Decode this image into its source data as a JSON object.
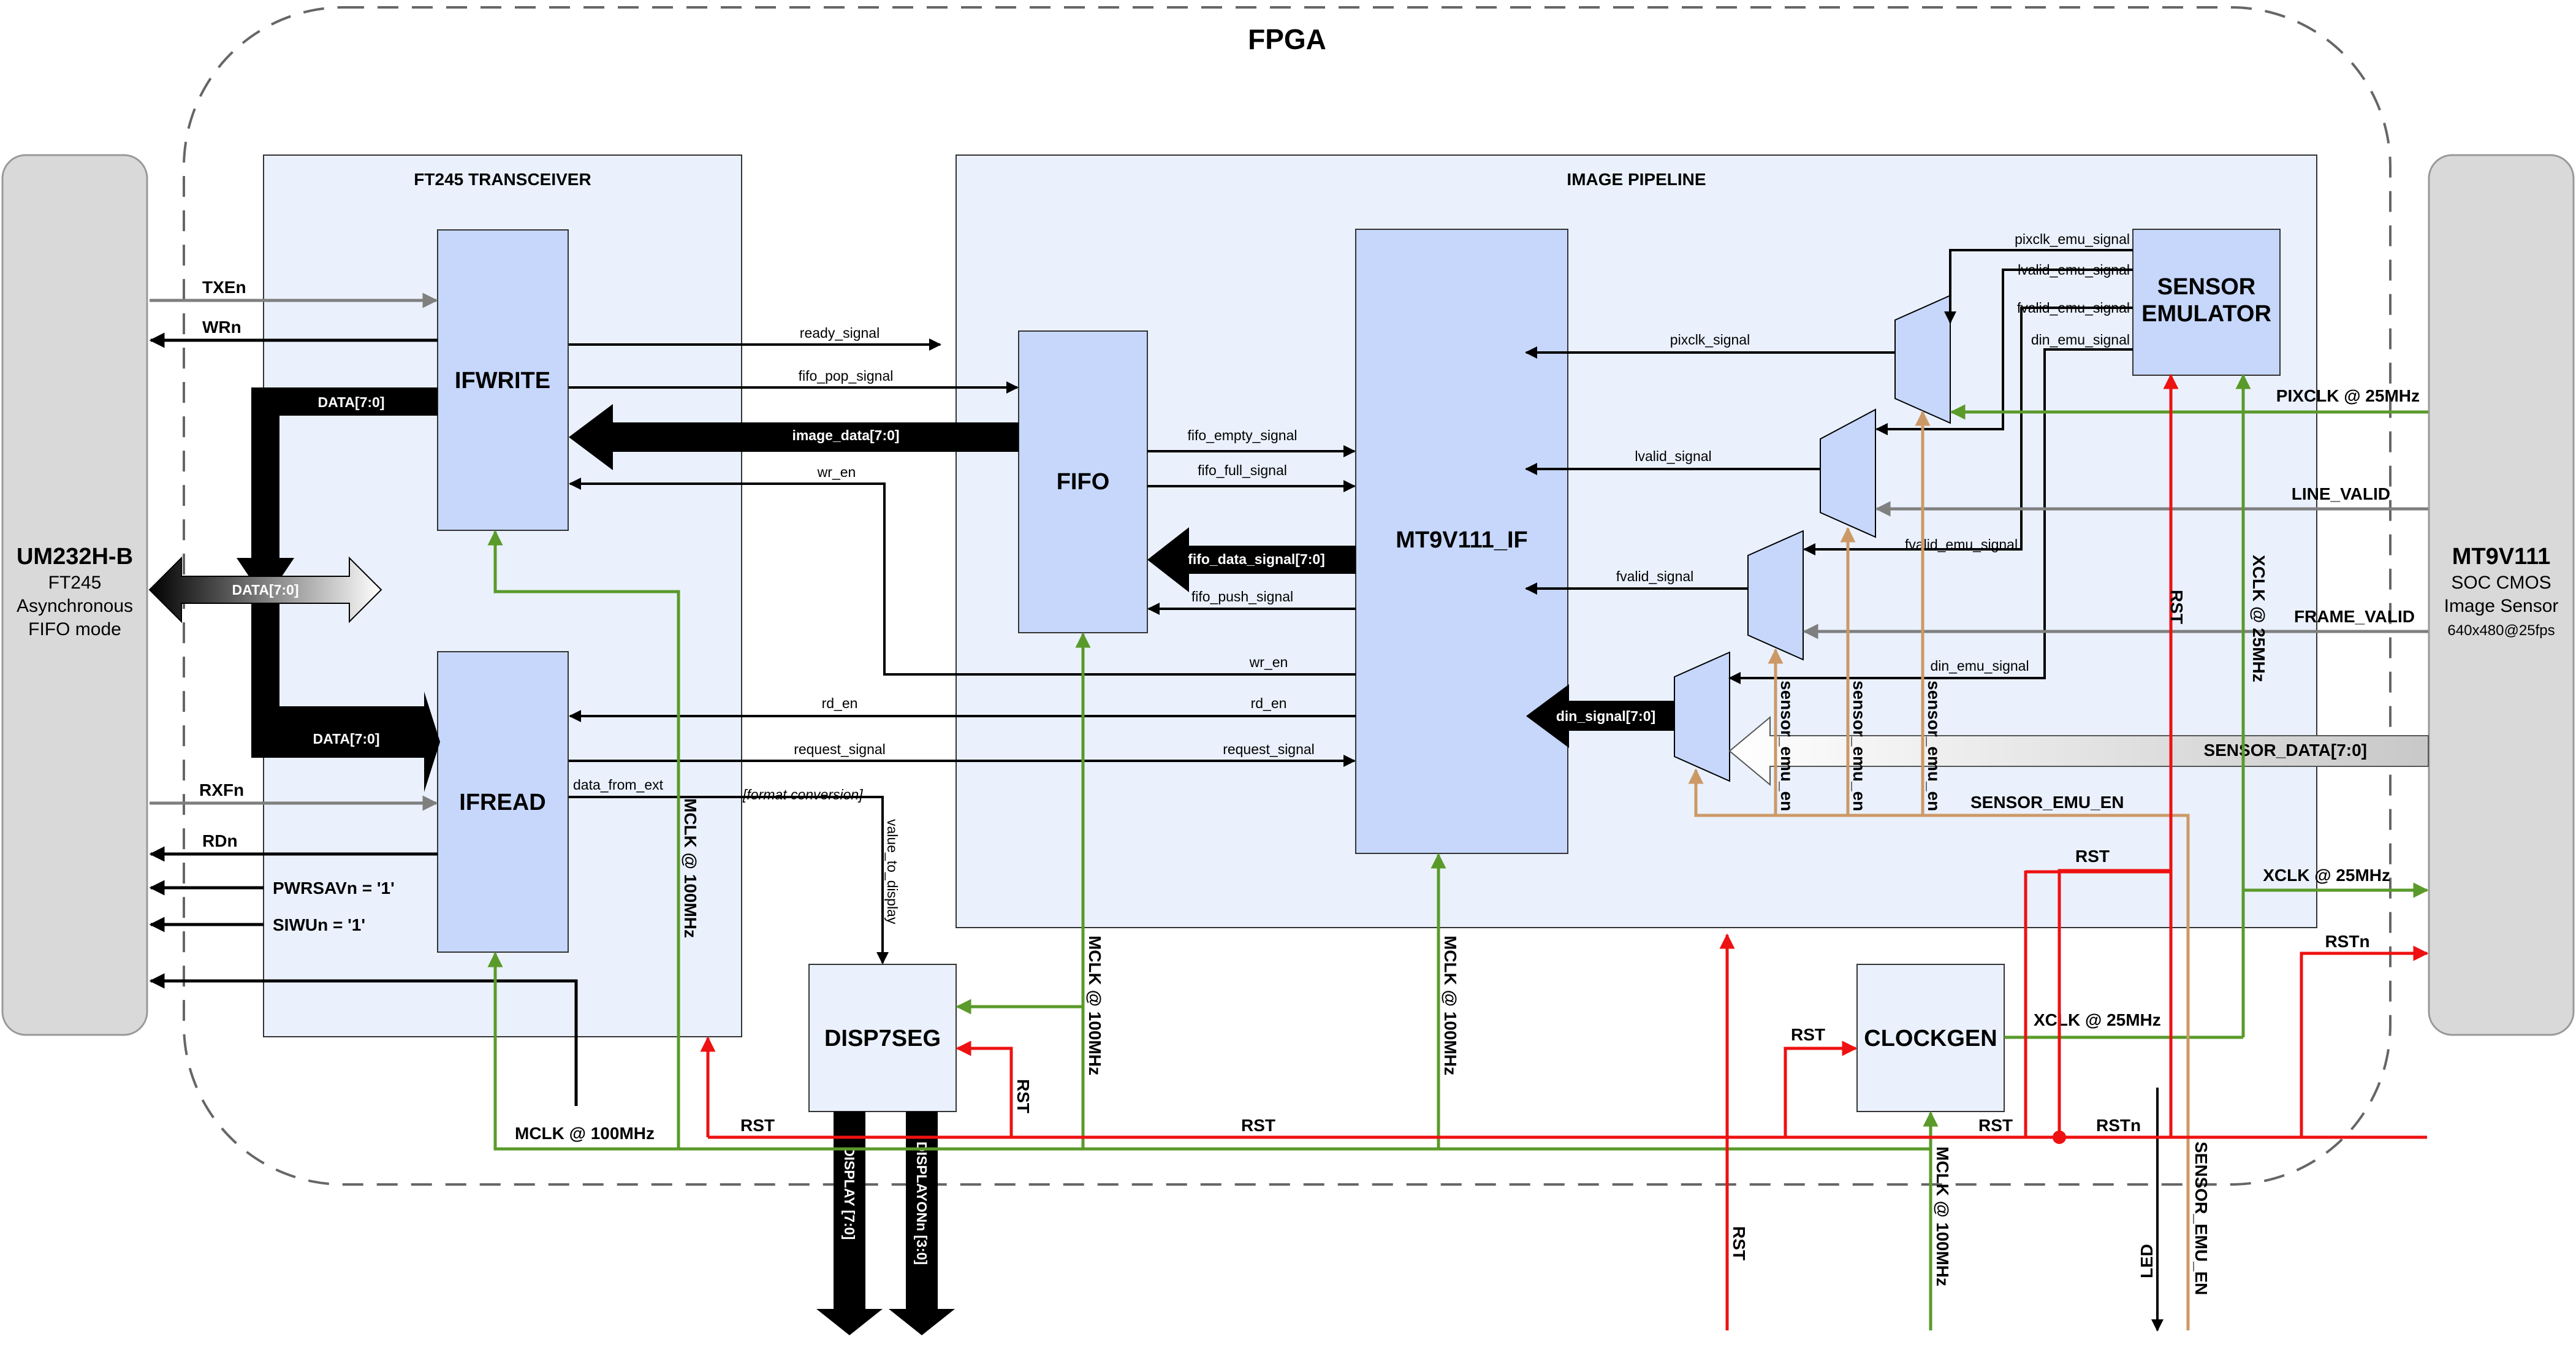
{
  "fpga_title": "FPGA",
  "left_device": {
    "name": "UM232H-B",
    "lines": [
      "FT245",
      "Asynchronous",
      "FIFO mode"
    ]
  },
  "right_device": {
    "name": "MT9V111",
    "lines": [
      "SOC CMOS",
      "Image Sensor",
      "640x480@25fps"
    ]
  },
  "groups": {
    "ft245": "FT245 TRANSCEIVER",
    "pipeline": "IMAGE PIPELINE"
  },
  "blocks": {
    "ifwrite": "IFWRITE",
    "ifread": "IFREAD",
    "fifo": "FIFO",
    "mt9v111_if": "MT9V111_IF",
    "sensor_emulator_1": "SENSOR",
    "sensor_emulator_2": "EMULATOR",
    "disp7seg": "DISP7SEG",
    "clockgen": "CLOCKGEN"
  },
  "signals": {
    "txen": "TXEn",
    "wrn": "WRn",
    "rxfn": "RXFn",
    "rdn": "RDn",
    "pwrsavn": "PWRSAVn = '1'",
    "siwun": "SIWUn = '1'",
    "data_bus": "DATA[7:0]",
    "data_top": "DATA[7:0]",
    "data_bot": "DATA[7:0]",
    "ready_signal": "ready_signal",
    "fifo_pop_signal": "fifo_pop_signal",
    "image_data": "image_data[7:0]",
    "wr_en_left": "wr_en",
    "wr_en_right": "wr_en",
    "rd_en_left": "rd_en",
    "rd_en_right": "rd_en",
    "request_signal_left": "request_signal",
    "request_signal_right": "request_signal",
    "data_from_ext": "data_from_ext",
    "format_conversion": "[format conversion]",
    "value_to_display": "value_to_display",
    "fifo_empty_signal": "fifo_empty_signal",
    "fifo_full_signal": "fifo_full_signal",
    "fifo_data_signal": "fifo_data_signal[7:0]",
    "fifo_push_signal": "fifo_push_signal",
    "pixclk_signal": "pixclk_signal",
    "lvalid_signal": "lvalid_signal",
    "fvalid_signal": "fvalid_signal",
    "din_signal": "din_signal[7:0]",
    "pixclk_emu_signal": "pixclk_emu_signal",
    "lvalid_emu_signal_top": "lvalid_emu_signal",
    "fvalid_emu_signal_top": "fvalid_emu_signal",
    "din_emu_signal_top": "din_emu_signal",
    "fvalid_emu_signal_mid": "fvalid_emu_signal",
    "din_emu_signal_mid": "din_emu_signal",
    "sensor_emu_en_v1": "sensor_emu_en",
    "sensor_emu_en_v2": "sensor_emu_en",
    "sensor_emu_en_v3": "sensor_emu_en",
    "sensor_emu_en_h": "SENSOR_EMU_EN",
    "sensor_emu_en_out": "SENSOR_EMU_EN",
    "pixclk_25": "PIXCLK @ 25MHz",
    "line_valid": "LINE_VALID",
    "frame_valid": "FRAME_VALID",
    "sensor_data": "SENSOR_DATA[7:0]",
    "xclk_25_vertical": "XCLK @ 25MHz",
    "xclk_25_out": "XCLK @ 25MHz",
    "xclk_25_clockgen": "XCLK @ 25MHz",
    "rstn_out": "RSTn",
    "rstn_bottom": "RSTn",
    "rst_vertical_right": "RST",
    "rst_h_upper": "RST",
    "rst_clockgen": "RST",
    "rst_bottom_left": "RST",
    "rst_bottom_mid": "RST",
    "rst_bottom_right": "RST",
    "rst_disp": "RST",
    "rst_input": "RST",
    "mclk_ft245": "MCLK @ 100MHz",
    "mclk_fifo": "MCLK @ 100MHz",
    "mclk_if": "MCLK @ 100MHz",
    "mclk_bottom": "MCLK @ 100MHz",
    "mclk_input": "MCLK @ 100MHz",
    "display": "DISPLAY [7:0]",
    "displayonn": "DISPLAYONn [3:0]",
    "led": "LED"
  },
  "colors": {
    "block_fill": "#c6d7fb",
    "group_fill": "#eaf1fd",
    "device_fill": "#d9d9d9",
    "clock": "#5a9a2a",
    "reset": "#ee1111",
    "emu_en": "#cc9966",
    "gray_signal": "#7f7f7f"
  }
}
